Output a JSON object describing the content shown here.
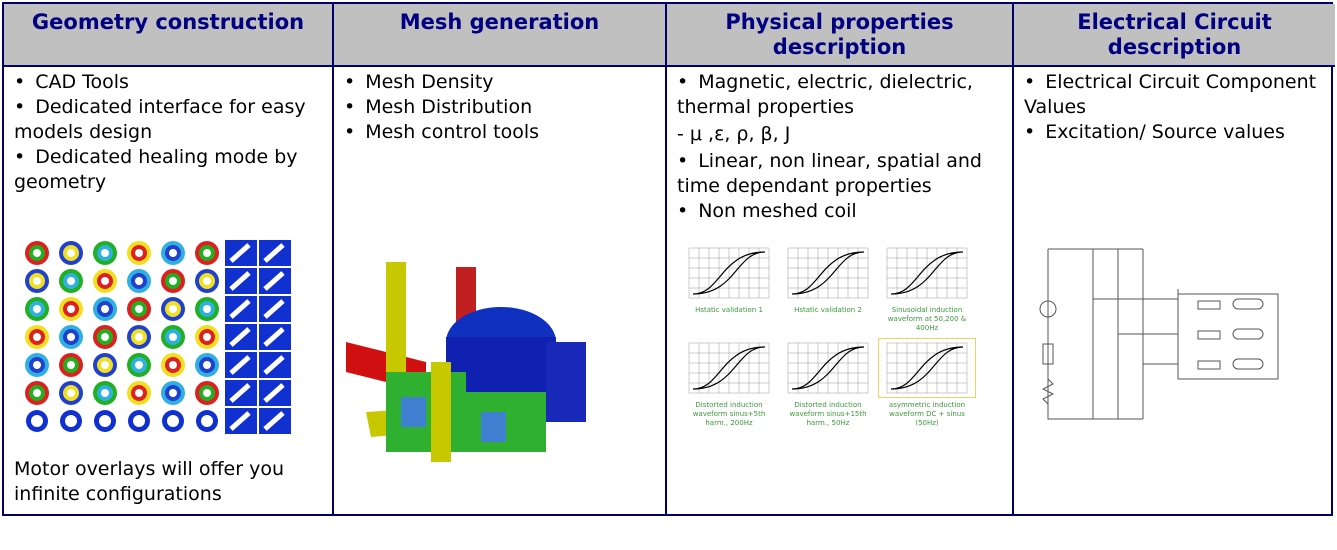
{
  "columns": [
    {
      "title": "Geometry construction",
      "items": [
        "CAD Tools",
        "Dedicated interface for easy models design",
        "Dedicated healing mode by geometry"
      ],
      "footer": "Motor overlays will offer you infinite configurations"
    },
    {
      "title": "Mesh generation",
      "items": [
        "Mesh Density",
        "Mesh Distribution",
        "Mesh control tools"
      ]
    },
    {
      "title": "Physical properties description",
      "items": [
        "Magnetic, electric, dielectric, thermal properties"
      ],
      "symbols": "- μ ,ε, ρ, β, J",
      "items2": [
        "Linear, non linear, spatial and time dependant properties",
        "Non meshed coil"
      ],
      "charts": [
        "Hstatic validation 1",
        "Hstatic validation 2",
        "Sinusoidal induction waveform at 50,200 & 400Hz",
        "Distorted induction waveform sinus+5th harm., 200Hz",
        "Distorted induction waveform sinus+15th harm., 50Hz",
        "asymmetric induction waveform DC + sinus (50Hz)"
      ]
    },
    {
      "title": "Electrical Circuit description",
      "items": [
        "Electrical Circuit Component Values",
        "Excitation/ Source values"
      ]
    }
  ],
  "colors": {
    "border": "#000066",
    "header_bg": "#c0c0c0",
    "header_text": "#000080"
  }
}
